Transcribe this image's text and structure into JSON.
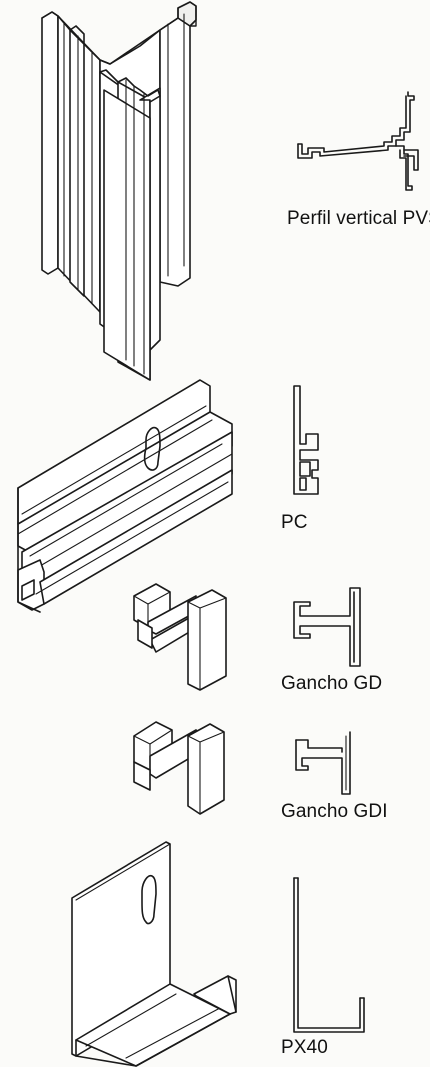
{
  "parts": [
    {
      "id": "pvs",
      "label": "Perfil vertical PVS"
    },
    {
      "id": "pc",
      "label": "PC"
    },
    {
      "id": "gd",
      "label": "Gancho GD"
    },
    {
      "id": "gdi",
      "label": "Gancho GDI"
    },
    {
      "id": "px40",
      "label": "PX40"
    }
  ]
}
